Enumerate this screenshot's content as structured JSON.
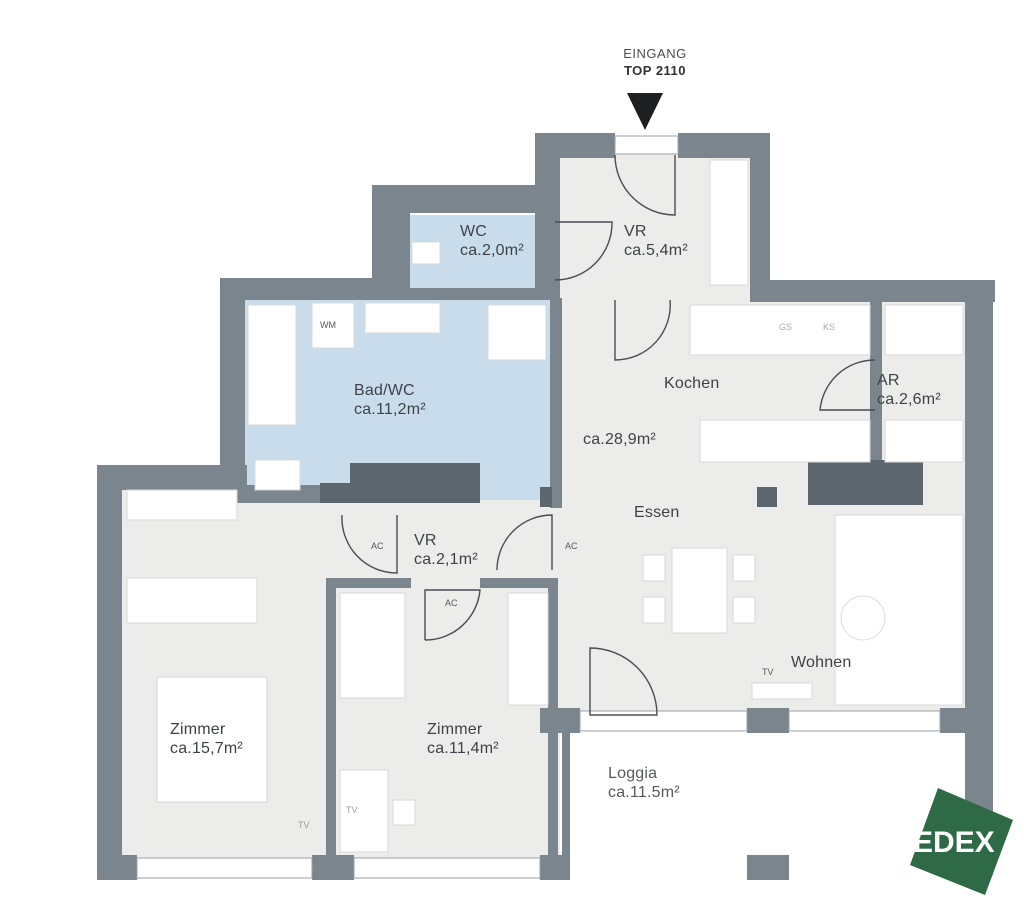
{
  "entrance": {
    "title": "EINGANG",
    "unit": "TOP 2110"
  },
  "rooms": [
    {
      "name": "WC",
      "area": "ca.2,0m²"
    },
    {
      "name": "VR",
      "area": "ca.5,4m²"
    },
    {
      "name": "Bad/WC",
      "area": "ca.11,2m²"
    },
    {
      "name": "Kochen",
      "area": "ca.28,9m²"
    },
    {
      "name": "AR",
      "area": "ca.2,6m²"
    },
    {
      "name": "Essen",
      "area": ""
    },
    {
      "name": "VR",
      "area": "ca.2,1m²"
    },
    {
      "name": "Wohnen",
      "area": ""
    },
    {
      "name": "Zimmer",
      "area": "ca.15,7m²"
    },
    {
      "name": "Zimmer",
      "area": "ca.11,4m²"
    },
    {
      "name": "Loggia",
      "area": "ca.11.5m²"
    }
  ],
  "fixtures": {
    "washing_machine": "WM",
    "dishwasher": "GS",
    "fridge": "KS",
    "ac": "AC",
    "tv": "TV"
  },
  "logo": {
    "text": "EDEX",
    "color": "#2e6a45"
  },
  "colors": {
    "wall": "#7a858d",
    "wall_dark": "#5c666e",
    "floor": "#ececeb",
    "wet_room": "#c9dcec",
    "furniture": "#ffffff"
  }
}
